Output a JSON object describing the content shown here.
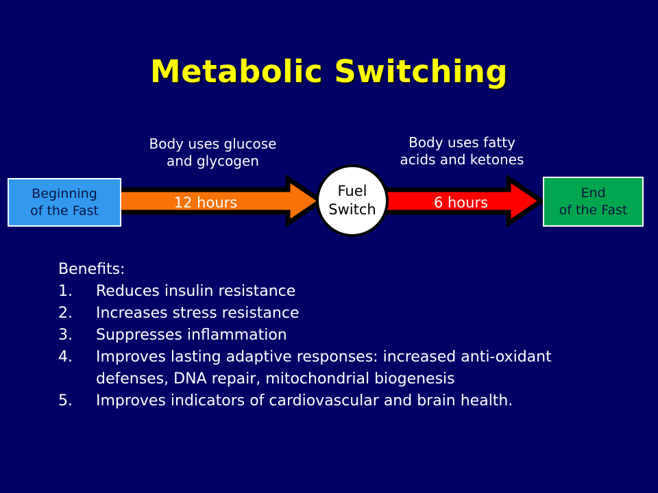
{
  "slide": {
    "title": "Metabolic Switching",
    "background_color": "#000066",
    "title_color": "#FFFF00"
  },
  "diagram": {
    "start_box": {
      "line1": "Beginning",
      "line2": "of the Fast",
      "fill_color": "#3399F0",
      "text_color": "#0A1440"
    },
    "phase_one": {
      "caption_line1": "Body uses glucose",
      "caption_line2": "and glycogen",
      "duration_label": "12 hours",
      "arrow_color": "#F97306"
    },
    "switch_node": {
      "line1": "Fuel",
      "line2": "Switch",
      "fill_color": "#FFFFFF",
      "text_color": "#000000"
    },
    "phase_two": {
      "caption_line1": "Body uses fatty",
      "caption_line2": "acids and ketones",
      "duration_label": "6 hours",
      "arrow_color": "#FF0000"
    },
    "end_box": {
      "line1": "End",
      "line2": "of the Fast",
      "fill_color": "#00A550",
      "text_color": "#0A1440"
    }
  },
  "benefits": {
    "heading": "Benefits:",
    "items": [
      {
        "number": "1.",
        "text": "Reduces insulin resistance"
      },
      {
        "number": "2.",
        "text": "Increases stress resistance"
      },
      {
        "number": "3.",
        "text": "Suppresses inflammation"
      },
      {
        "number": "4.",
        "text": "Improves lasting adaptive responses: increased anti-oxidant defenses, DNA repair, mitochondrial biogenesis"
      },
      {
        "number": "5.",
        "text": "Improves indicators of cardiovascular and brain health."
      }
    ]
  }
}
